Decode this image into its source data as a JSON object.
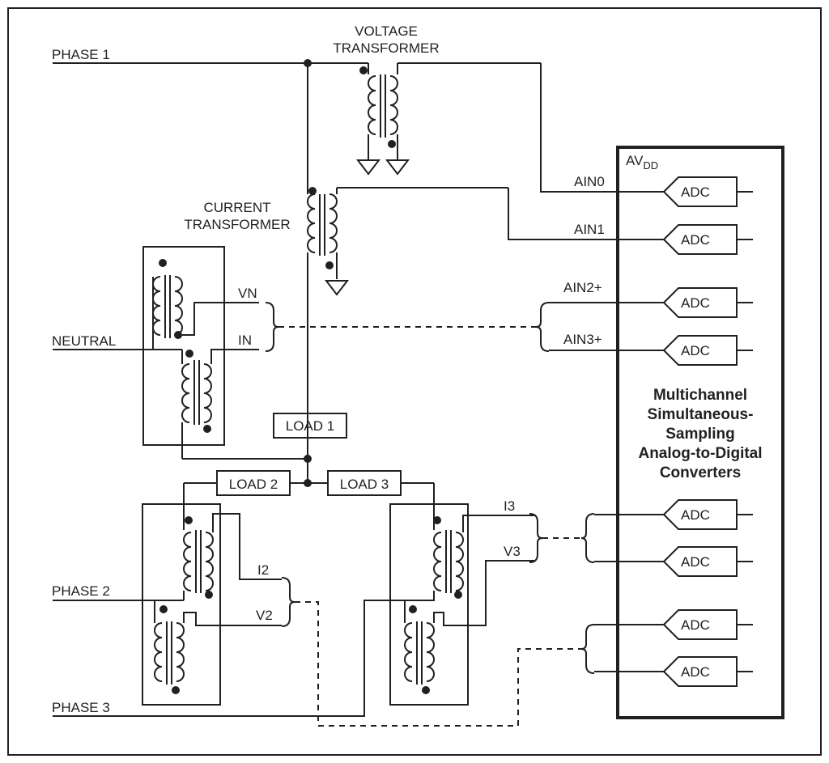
{
  "labels": {
    "phase1": "PHASE 1",
    "phase2": "PHASE 2",
    "phase3": "PHASE 3",
    "neutral": "NEUTRAL",
    "voltage_transformer_line1": "VOLTAGE",
    "voltage_transformer_line2": "TRANSFORMER",
    "current_transformer_line1": "CURRENT",
    "current_transformer_line2": "TRANSFORMER",
    "vn": "VN",
    "in": "IN",
    "i2": "I2",
    "v2": "V2",
    "i3": "I3",
    "v3": "V3",
    "load1": "LOAD 1",
    "load2": "LOAD 2",
    "load3": "LOAD 3",
    "avdd_main": "AV",
    "avdd_sub": "DD",
    "ain0": "AIN0",
    "ain1": "AIN1",
    "ain2": "AIN2+",
    "ain3": "AIN3+",
    "adc_label": "ADC",
    "converter_lines": [
      "Multichannel",
      "Simultaneous-",
      "Sampling",
      "Analog-to-Digital",
      "Converters"
    ]
  }
}
